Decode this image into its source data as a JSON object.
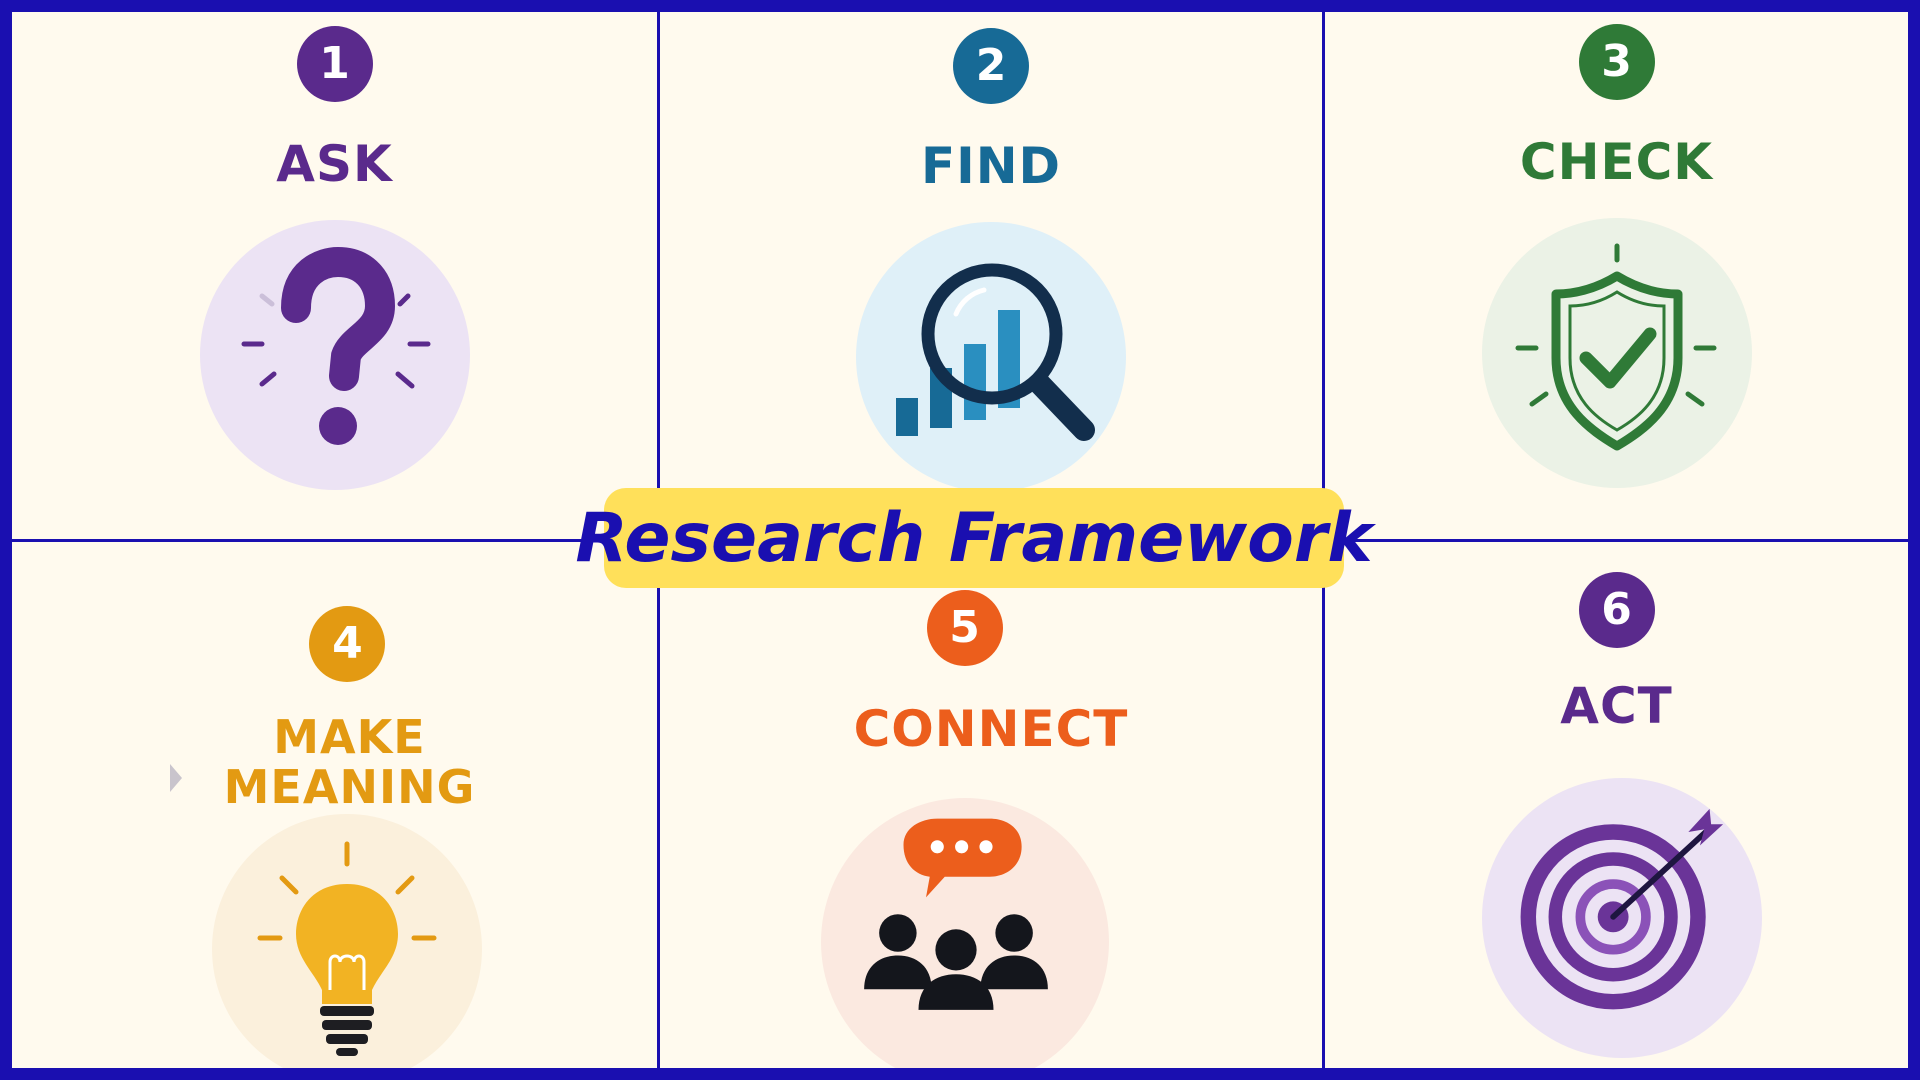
{
  "title": "Research Framework",
  "steps": [
    {
      "number": "1",
      "label": "ASK",
      "icon": "question-mark-icon",
      "color": "#5a2a8c",
      "disc": "#ece3f4"
    },
    {
      "number": "2",
      "label": "FIND",
      "icon": "magnifier-chart-icon",
      "color": "#176a96",
      "disc": "#dff0f8"
    },
    {
      "number": "3",
      "label": "CHECK",
      "icon": "shield-check-icon",
      "color": "#2f7a37",
      "disc": "#ebf2e6"
    },
    {
      "number": "4",
      "label_line1": "MAKE",
      "label_line2": "MEANING",
      "icon": "lightbulb-icon",
      "color": "#e39a12",
      "disc": "#fbf0dc"
    },
    {
      "number": "5",
      "label": "CONNECT",
      "icon": "speech-people-icon",
      "color": "#ec5e1c",
      "disc": "#fbe9e0"
    },
    {
      "number": "6",
      "label": "ACT",
      "icon": "target-arrow-icon",
      "color": "#5a2a8c",
      "disc": "#ece3f4"
    }
  ],
  "colors": {
    "frame": "#1a0fb0",
    "panel": "#fffaee",
    "title_bg": "#ffe05a",
    "title_text": "#1a0fb0"
  }
}
